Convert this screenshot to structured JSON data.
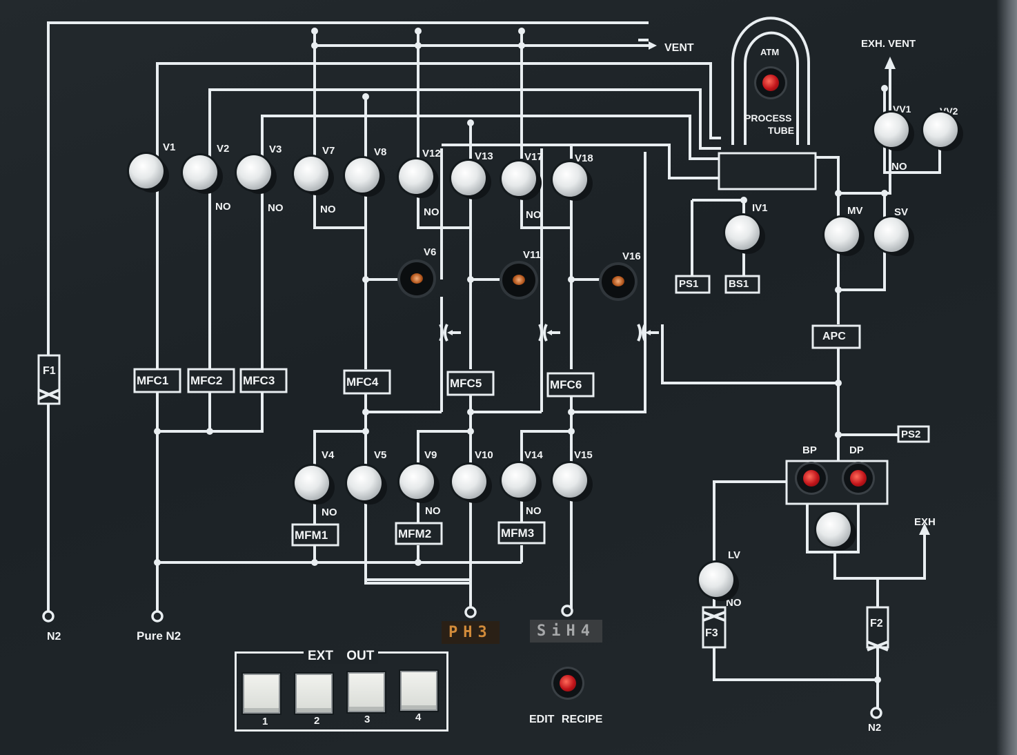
{
  "panel": {
    "vent_label": "VENT",
    "exh_vent_label": "EXH. VENT",
    "exh_label": "EXH",
    "process_tube": {
      "atm_label": "ATM",
      "label_line1": "PROCESS",
      "label_line2": "TUBE"
    },
    "inlets": {
      "n2_left": "N2",
      "pure_n2": "Pure N2",
      "n2_right": "N2"
    },
    "filters": [
      "F1",
      "F2",
      "F3"
    ],
    "mfcs": [
      "MFC1",
      "MFC2",
      "MFC3",
      "MFC4",
      "MFC5",
      "MFC6"
    ],
    "mfms": [
      "MFM1",
      "MFM2",
      "MFM3"
    ],
    "sensors": [
      "PS1",
      "BS1",
      "PS2",
      "APC"
    ],
    "top_valves": [
      "V1",
      "V2",
      "V3",
      "V7",
      "V8",
      "V12",
      "V13",
      "V17",
      "V18"
    ],
    "needle_valves": [
      "V6",
      "V11",
      "V16"
    ],
    "bottom_valves": [
      "V4",
      "V5",
      "V9",
      "V10",
      "V14",
      "V15"
    ],
    "exhaust_valves": [
      "VV1",
      "VV2",
      "IV1",
      "MV",
      "SV",
      "LV"
    ],
    "no_label": "NO",
    "pumps": {
      "bp": "BP",
      "dp": "DP"
    },
    "gas_labels": {
      "ph3": "PH3",
      "sih4": "SiH4"
    },
    "ext_out": {
      "title": "EXT OUT",
      "buttons": [
        "1",
        "2",
        "3",
        "4"
      ]
    },
    "edit_recipe_label": "EDIT RECIPE",
    "colors": {
      "panel_bg": "#1e2428",
      "line": "#e9eef1",
      "lamp_red": "#c0141a",
      "needle_copper": "#b4571d"
    }
  }
}
